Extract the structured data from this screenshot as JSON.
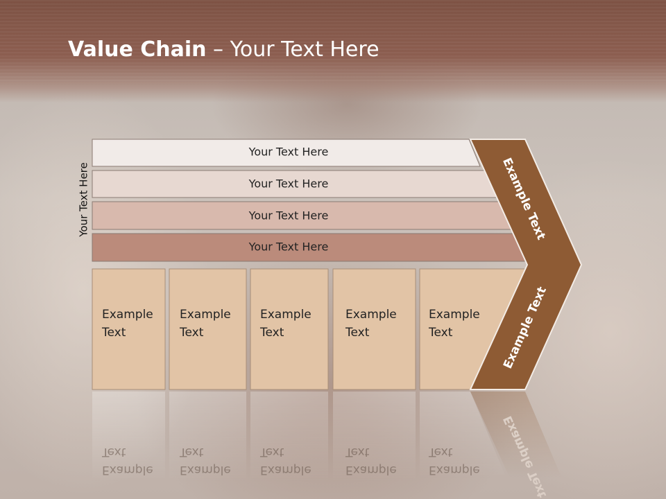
{
  "title": {
    "bold": "Value Chain",
    "rest": " – Your Text Here"
  },
  "side_label": "Your Text Here",
  "support_bars": [
    {
      "label": "Your Text Here",
      "color": "#f1ebe8"
    },
    {
      "label": "Your Text Here",
      "color": "#e7d8d1"
    },
    {
      "label": "Your Text Here",
      "color": "#d8b9ad"
    },
    {
      "label": "Your Text Here",
      "color": "#bb8b7b"
    }
  ],
  "primary_boxes": [
    {
      "line1": "Example",
      "line2": "Text"
    },
    {
      "line1": "Example",
      "line2": "Text"
    },
    {
      "line1": "Example",
      "line2": "Text"
    },
    {
      "line1": "Example",
      "line2": "Text"
    },
    {
      "line1": "Example",
      "line2": "Text"
    }
  ],
  "chevron": {
    "upper_label": "Example Text",
    "lower_label": "Example Text",
    "color": "#8e5b34"
  },
  "colors": {
    "box_fill": "#e2c4a6",
    "box_stroke": "#a88e78",
    "header": "#8a5c4e"
  }
}
